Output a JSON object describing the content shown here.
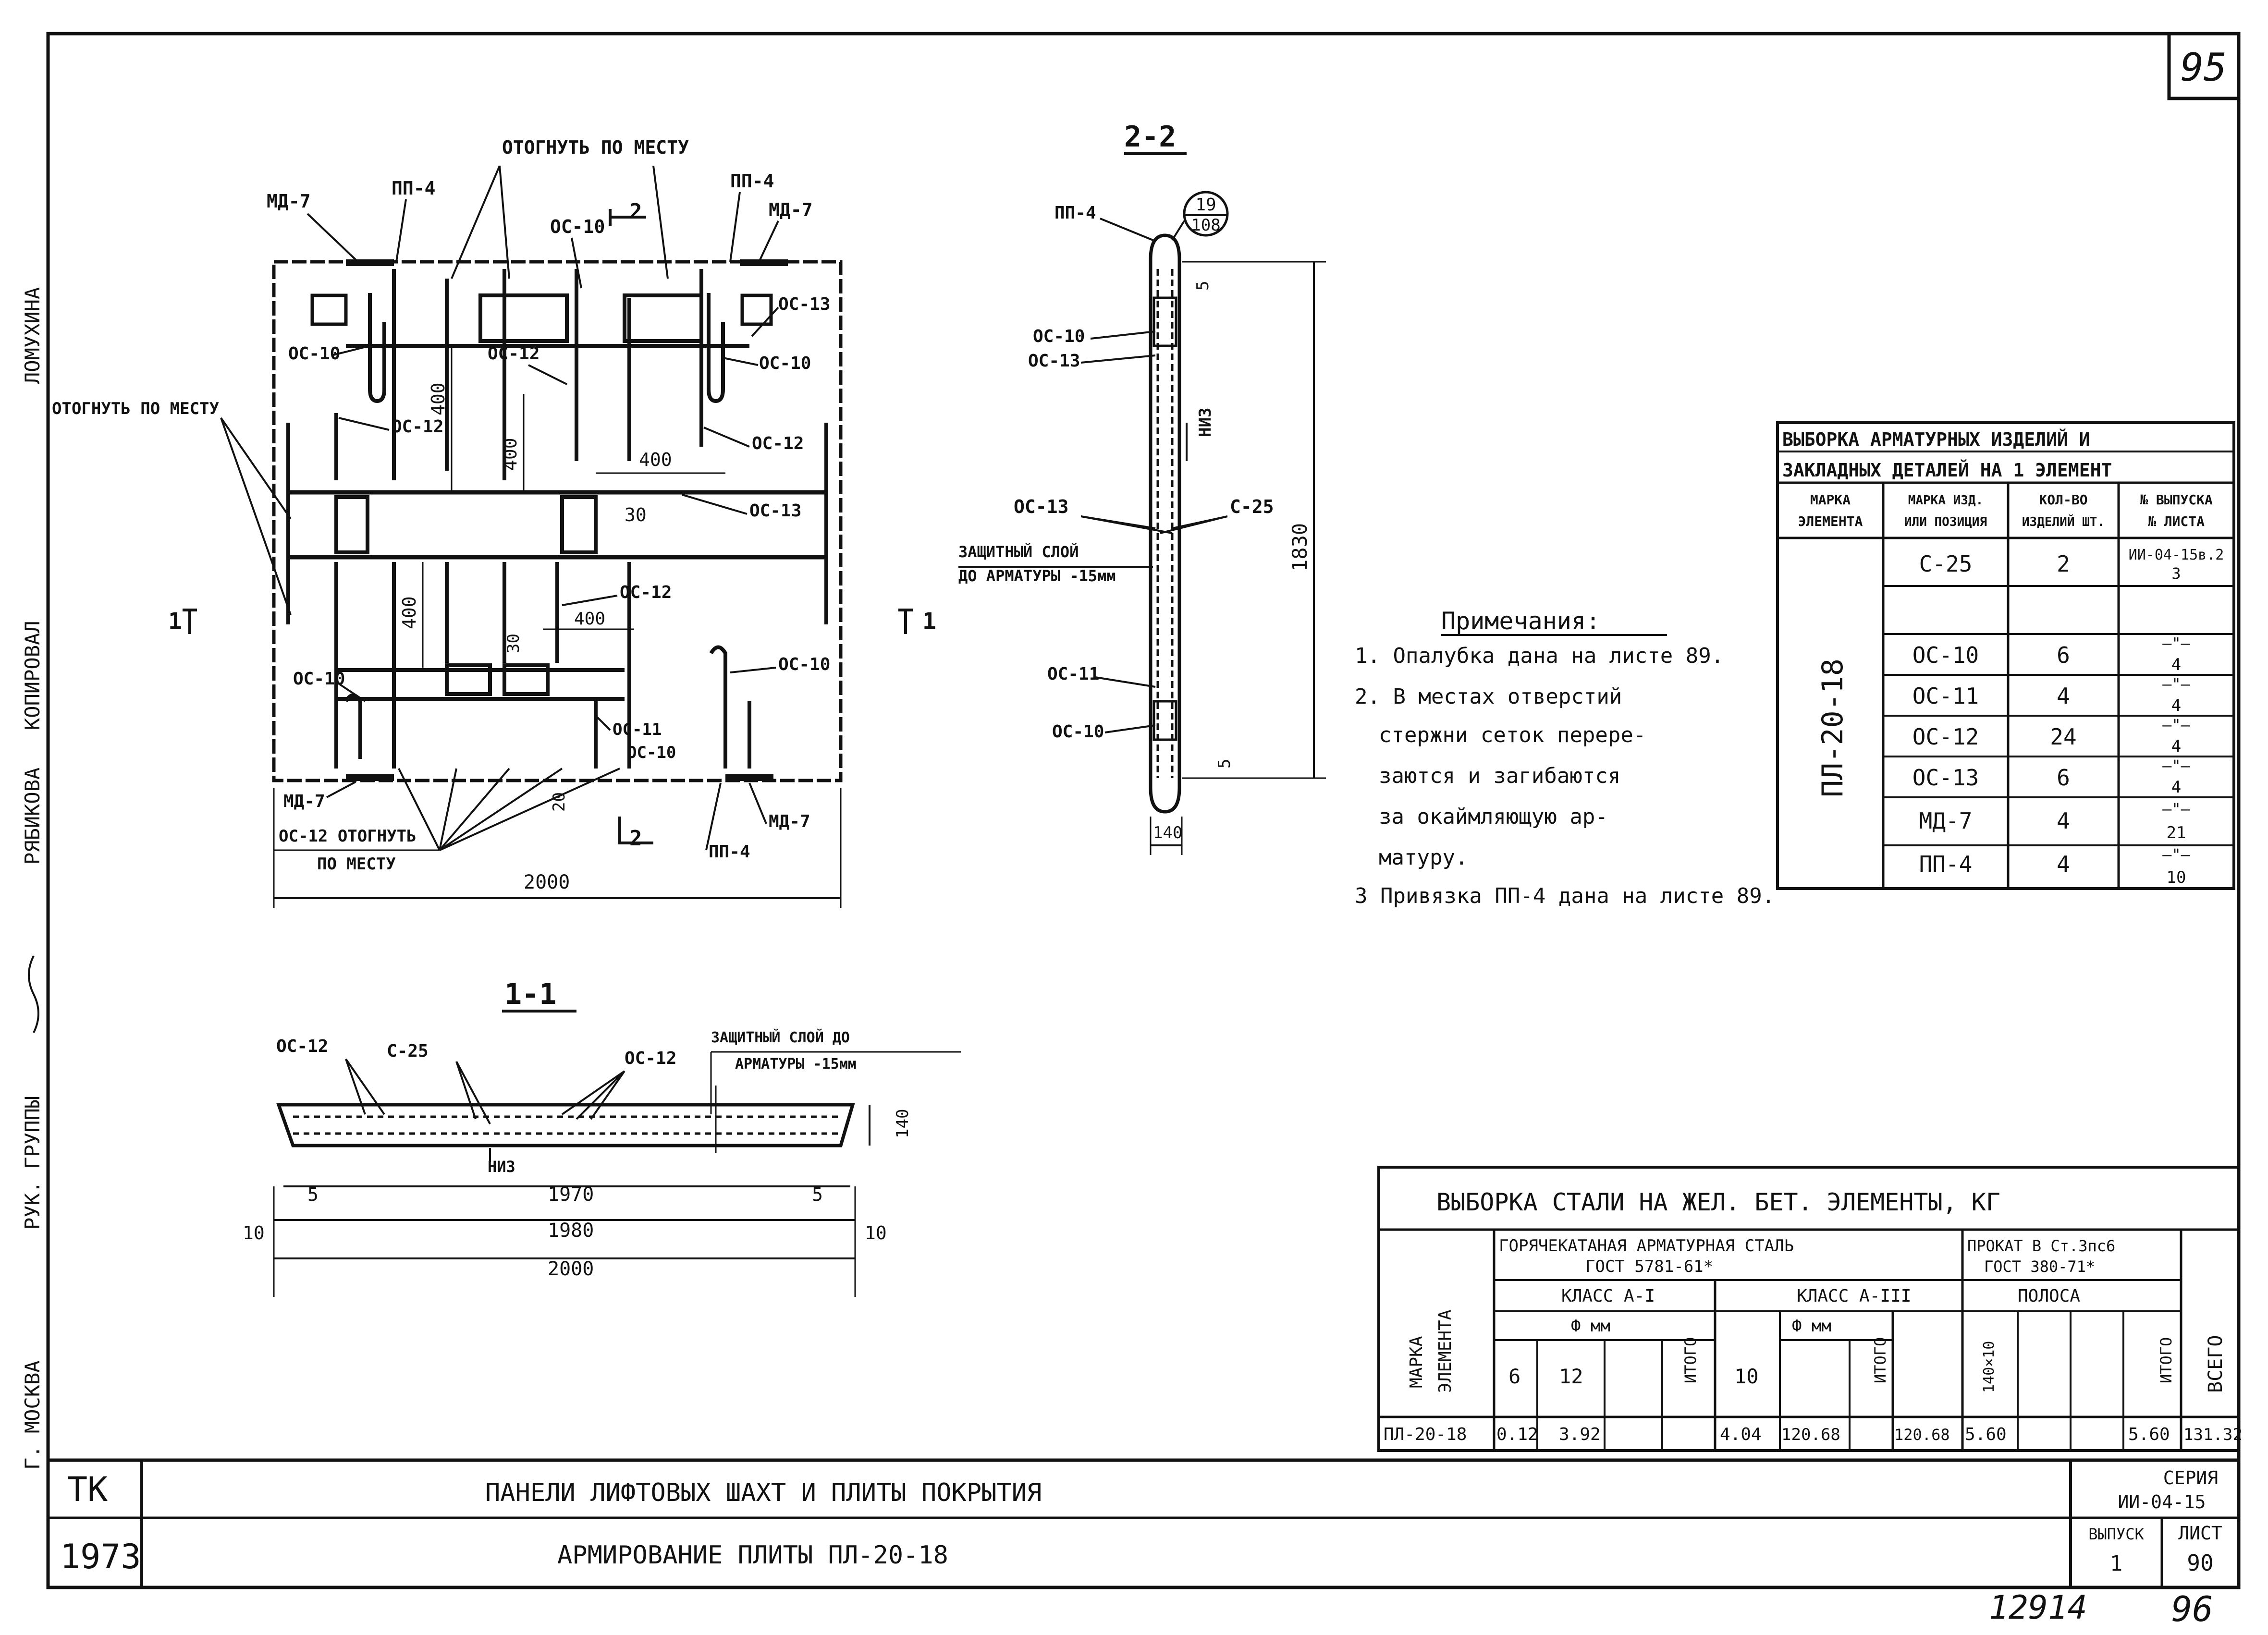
{
  "page_number_top": "95",
  "footer_handwritten": [
    "12914",
    "96"
  ],
  "left_margin": {
    "lines": [
      "Г. МОСКВА",
      "РУК. ГРУППЫ",
      "РЯБИКОВА",
      "КОПИРОВАЛ",
      "ЛОМУХИНА"
    ]
  },
  "plan": {
    "labels": {
      "otognut_top": "ОТОГНУТЬ ПО МЕСТУ",
      "otognut_left": "ОТОГНУТЬ ПО МЕСТУ",
      "md7": "МД-7",
      "pp4": "ПП-4",
      "os10": "ОС-10",
      "os12": "ОС-12",
      "os13": "ОС-13",
      "os11": "ОС-11",
      "os12_bottom_line1": "ОС-12 ОТОГНУТЬ",
      "os12_bottom_line2": "ПО МЕСТУ",
      "section2": "2",
      "section1": "1"
    },
    "dims": {
      "d400": "400",
      "d30": "30",
      "d20": "20",
      "width": "2000"
    }
  },
  "section22": {
    "title": "2-2",
    "callout_top": "19",
    "callout_bottom": "108",
    "labels": {
      "pp4": "ПП-4",
      "os10": "ОС-10",
      "os13": "ОС-13",
      "os11": "ОС-11",
      "c25": "С-25",
      "niz": "НИЗ",
      "cover1": "ЗАЩИТНЫЙ СЛОЙ",
      "cover2": "ДО АРМАТУРЫ -15мм"
    },
    "dims": {
      "height": "1830",
      "top": "5",
      "bottom": "5",
      "width": "140"
    }
  },
  "section11": {
    "title": "1-1",
    "labels": {
      "os12": "ОС-12",
      "c25": "С-25",
      "niz": "НИЗ",
      "cover1": "ЗАЩИТНЫЙ СЛОЙ ДО",
      "cover2": "АРМАТУРЫ -15мм"
    },
    "dims": {
      "d5": "5",
      "d1970": "1970",
      "d10": "10",
      "d1980": "1980",
      "d2000": "2000",
      "d140": "140"
    }
  },
  "notes": {
    "title": "Примечания:",
    "lines": [
      "1. Опалубка дана на листе 89.",
      "2. В местах отверстий",
      "стержни сеток перере-",
      "заются и загибаются",
      "за окаймляющую ар-",
      "матуру.",
      "3 Привязка ПП-4 дана на листе 89."
    ]
  },
  "table1": {
    "title1": "ВЫБОРКА АРМАТУРНЫХ ИЗДЕЛИЙ И",
    "title2": "ЗАКЛАДНЫХ ДЕТАЛЕЙ НА 1 ЭЛЕМЕНТ",
    "headers": [
      [
        "МАРКА",
        "ЭЛЕМЕНТА"
      ],
      [
        "МАРКА ИЗД.",
        "ИЛИ ПОЗИЦИЯ"
      ],
      [
        "КОЛ-ВО",
        "ИЗДЕЛИЙ ШТ."
      ],
      [
        "№ ВЫПУСКА",
        "№ ЛИСТА"
      ]
    ],
    "element": "ПЛ-20-18",
    "rows": [
      {
        "mark": "С-25",
        "qty": "2",
        "sheet": "ИИ-04-15в.2",
        "sheet2": "3"
      },
      {
        "mark": "",
        "qty": "",
        "sheet": "",
        "sheet2": ""
      },
      {
        "mark": "ОС-10",
        "qty": "6",
        "sheet": "—\"—",
        "sheet2": "4"
      },
      {
        "mark": "ОС-11",
        "qty": "4",
        "sheet": "—\"—",
        "sheet2": "4"
      },
      {
        "mark": "ОС-12",
        "qty": "24",
        "sheet": "—\"—",
        "sheet2": "4"
      },
      {
        "mark": "ОС-13",
        "qty": "6",
        "sheet": "—\"—",
        "sheet2": "4"
      },
      {
        "mark": "МД-7",
        "qty": "4",
        "sheet": "—\"—",
        "sheet2": "21"
      },
      {
        "mark": "ПП-4",
        "qty": "4",
        "sheet": "—\"—",
        "sheet2": "10"
      }
    ]
  },
  "table2": {
    "title": "ВЫБОРКА СТАЛИ НА ЖЕЛ. БЕТ. ЭЛЕМЕНТЫ, КГ",
    "col_mark": [
      "МАРКА",
      "ЭЛЕМЕНТА"
    ],
    "group1": [
      "ГОРЯЧЕКАТАНАЯ АРМАТУРНАЯ СТАЛЬ",
      "ГОСТ 5781-61*"
    ],
    "group2": [
      "ПРОКАТ В Ст.3пс6",
      "ГОСТ 380-71*"
    ],
    "class1": "КЛАСС А-I",
    "class3": "КЛАСС А-III",
    "strip": "ПОЛОСА",
    "phi": "Ф мм",
    "itogo": "ИТОГО",
    "vsego": "ВСЕГО",
    "sizes": [
      "6",
      "12",
      "10",
      "140×10"
    ],
    "row": [
      "ПЛ-20-18",
      "0.12",
      "3.92",
      "",
      "",
      "4.04",
      "120.68",
      "",
      "120.68",
      "5.60",
      "",
      "",
      "5.60",
      "131.32"
    ]
  },
  "titleblock": {
    "tk": "ТК",
    "year": "1973",
    "title1": "ПАНЕЛИ ЛИФТОВЫХ ШАХТ И ПЛИТЫ ПОКРЫТИЯ",
    "title2": "АРМИРОВАНИЕ ПЛИТЫ ПЛ-20-18",
    "series_label": "СЕРИЯ",
    "series": "ИИ-04-15",
    "issue_label": "ВЫПУСК",
    "issue": "1",
    "sheet_label": "ЛИСТ",
    "sheet": "90"
  }
}
